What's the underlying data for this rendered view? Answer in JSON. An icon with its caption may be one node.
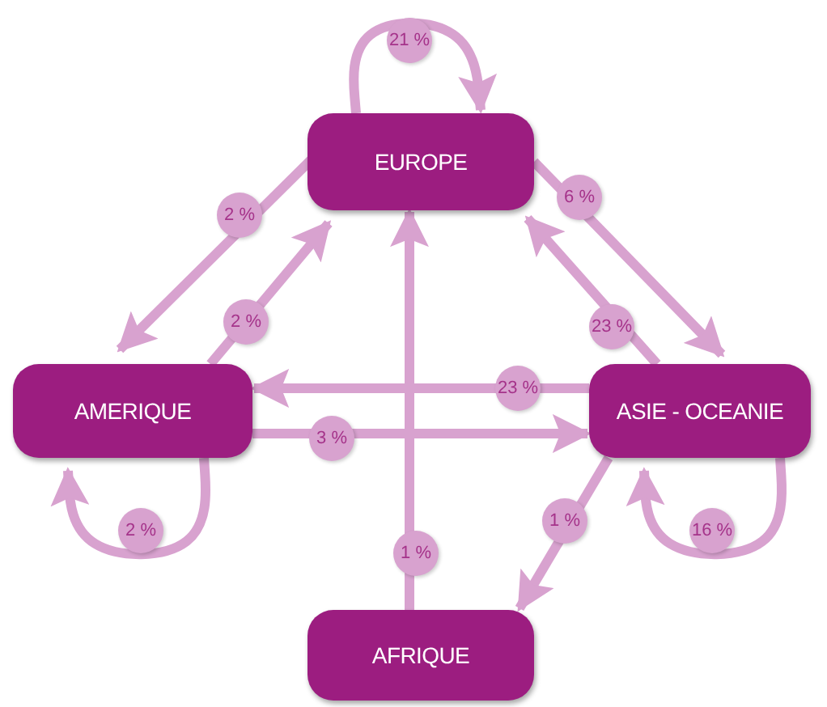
{
  "diagram": {
    "nodes": [
      {
        "text": [
          "EUROPE"
        ]
      },
      {
        "text": [
          "AMERIQUE"
        ]
      },
      {
        "text": [
          "ASIE - OCEANIE"
        ]
      },
      {
        "text": [
          "AFRIQUE"
        ]
      }
    ],
    "edges": [
      {
        "from": 0,
        "to": 0,
        "arrow": "to",
        "label": "21 %"
      },
      {
        "from": 0,
        "to": 1,
        "arrow": "to",
        "label": "2 %"
      },
      {
        "from": 1,
        "to": 0,
        "arrow": "to",
        "label": "2 %"
      },
      {
        "from": 0,
        "to": 2,
        "arrow": "to",
        "label": "6 %"
      },
      {
        "from": 2,
        "to": 0,
        "arrow": "to",
        "label": "23 %"
      },
      {
        "from": 2,
        "to": 1,
        "arrow": "to",
        "label": "23 %"
      },
      {
        "from": 1,
        "to": 2,
        "arrow": "to",
        "label": "3 %"
      },
      {
        "from": 1,
        "to": 1,
        "arrow": "to",
        "label": "2 %"
      },
      {
        "from": 2,
        "to": 3,
        "arrow": "to",
        "label": "1 %"
      },
      {
        "from": 3,
        "to": 0,
        "arrow": "to",
        "label": "1 %"
      },
      {
        "from": 2,
        "to": 2,
        "arrow": "to",
        "label": "16 %"
      }
    ]
  }
}
